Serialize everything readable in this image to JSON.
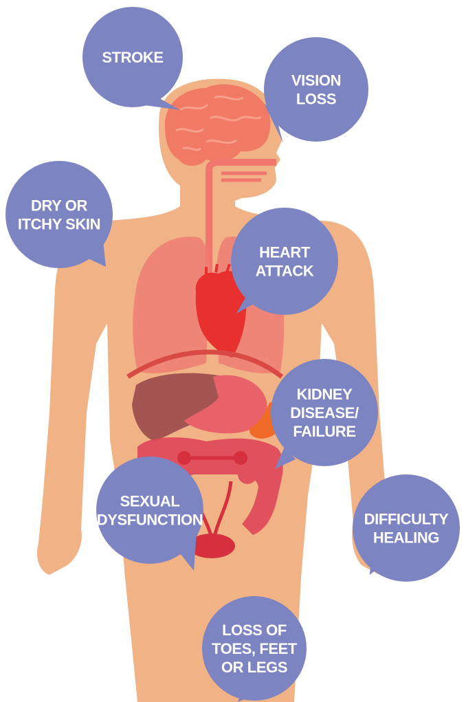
{
  "colors": {
    "bubble": "#7d84c2",
    "bubble_text": "#ffffff",
    "skin": "#f1b285",
    "brain": "#f07a63",
    "organ_light": "#ef7d74",
    "organ_red": "#e8312e",
    "liver": "#a45552",
    "stomach": "#e9626a",
    "kidney": "#f06a28",
    "intestine": "#e0485a"
  },
  "bubbles": [
    {
      "id": "stroke",
      "lines": [
        "STROKE"
      ]
    },
    {
      "id": "vision-loss",
      "lines": [
        "VISION",
        "LOSS"
      ]
    },
    {
      "id": "dry-itchy-skin",
      "lines": [
        "DRY OR",
        "ITCHY SKIN"
      ]
    },
    {
      "id": "heart-attack",
      "lines": [
        "HEART",
        "ATTACK"
      ]
    },
    {
      "id": "kidney-disease",
      "lines": [
        "KIDNEY",
        "DISEASE/",
        "FAILURE"
      ]
    },
    {
      "id": "sexual-dysfunction",
      "lines": [
        "SEXUAL",
        "DYSFUNCTION"
      ]
    },
    {
      "id": "difficulty-healing",
      "lines": [
        "DIFFICULTY",
        "HEALING"
      ]
    },
    {
      "id": "loss-of-limbs",
      "lines": [
        "LOSS OF",
        "TOES, FEET",
        "OR LEGS"
      ]
    }
  ]
}
